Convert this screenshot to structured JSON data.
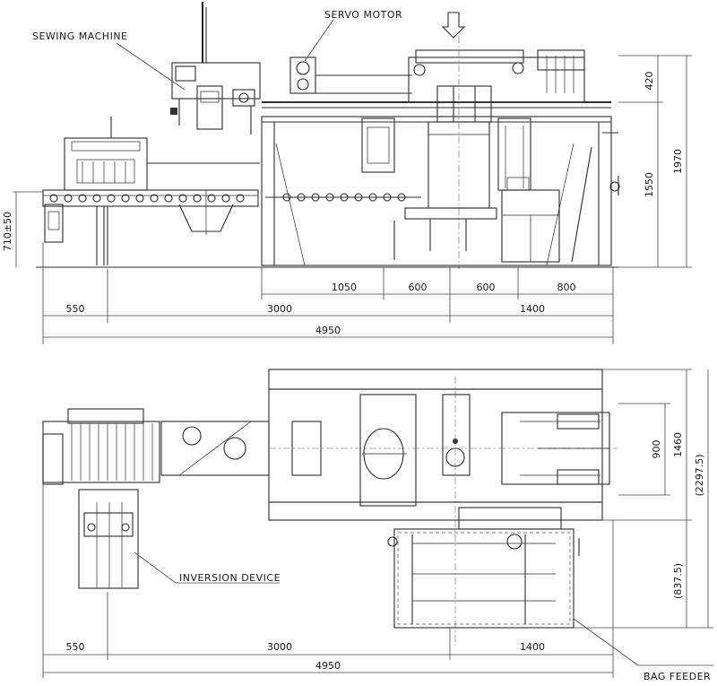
{
  "labels": {
    "sewing_machine": "SEWING MACHINE",
    "servo_motor": "SERVO MOTOR",
    "inversion_device": "INVERSION DEVICE",
    "bag_feeder": "BAG FEEDER"
  },
  "side_view": {
    "dims_h": [
      "550",
      "3000",
      "1400",
      "4950",
      "1050",
      "600",
      "600",
      "800"
    ],
    "dims_v": [
      "420",
      "1970",
      "1550",
      "710±50"
    ]
  },
  "top_view": {
    "dims_h": [
      "550",
      "3000",
      "1400",
      "4950"
    ],
    "dims_v": [
      "900",
      "1460",
      "(2297.5)",
      "(837.5)"
    ]
  },
  "colors": {
    "line": "#2b2b2b",
    "background": "#ffffff",
    "accent": "#1e8a8a"
  }
}
